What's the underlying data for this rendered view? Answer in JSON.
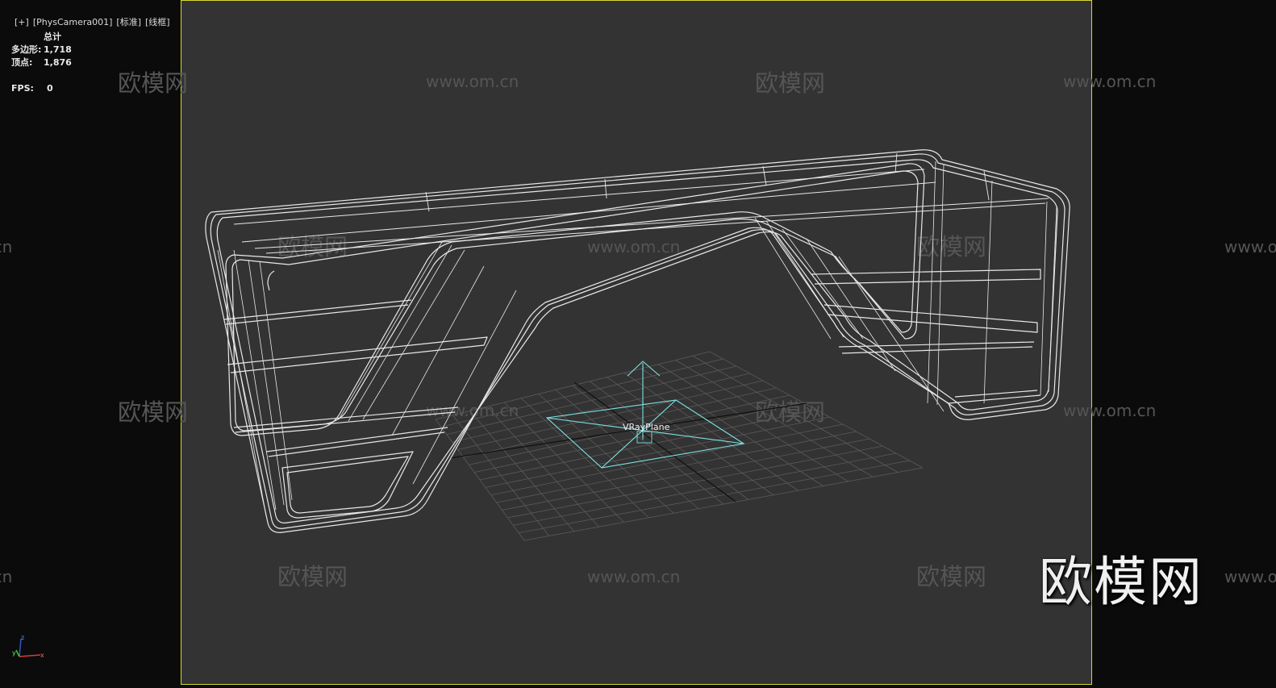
{
  "viewport_label": {
    "plus": "[+]",
    "camera": "[PhysCamera001]",
    "shading_mode": "[标准]",
    "display_mode": "[线框]"
  },
  "stats": {
    "header": "总计",
    "polygons_label": "多边形:",
    "polygons_value": "1,718",
    "vertices_label": "顶点:",
    "vertices_value": "1,876",
    "fps_label": "FPS:",
    "fps_value": "0"
  },
  "object_label": "VRayPlane",
  "watermark": {
    "brand": "欧模网",
    "url": "www.om.cn"
  },
  "axis": {
    "x": "x",
    "y": "y",
    "z": "z"
  },
  "colors": {
    "viewport_bg": "#333333",
    "side_bg": "#0b0b0b",
    "active_border": "#d9d92a",
    "wire": "#e8e8e8",
    "selected_helper": "#7fe0e0",
    "grid": "#5a5a5a"
  }
}
